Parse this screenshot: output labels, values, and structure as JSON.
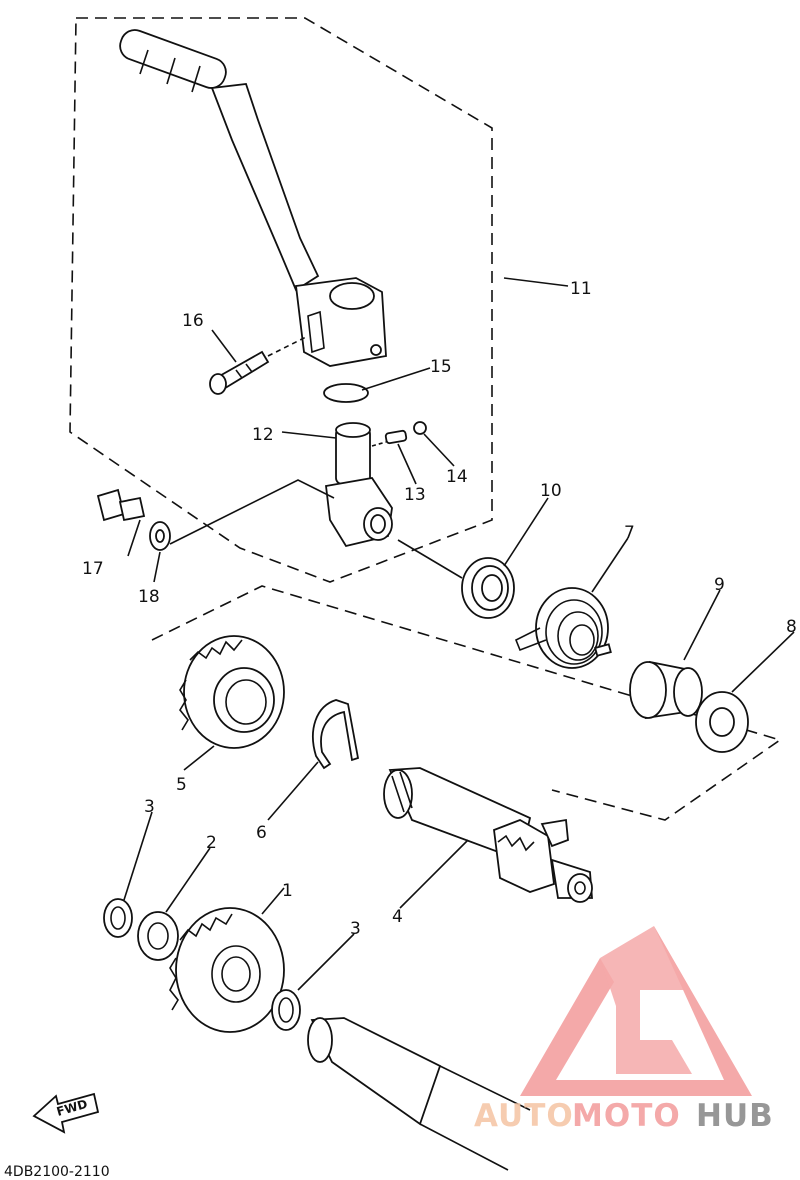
{
  "diagram_code": "4DB2100-2110",
  "fwd_label": "FWD",
  "watermark": {
    "part1": "AUTO",
    "part2": "MOTO",
    "part3": "HUB"
  },
  "callouts": [
    {
      "id": "c1",
      "label": "1"
    },
    {
      "id": "c2",
      "label": "2"
    },
    {
      "id": "c3a",
      "label": "3"
    },
    {
      "id": "c3b",
      "label": "3"
    },
    {
      "id": "c4",
      "label": "4"
    },
    {
      "id": "c5",
      "label": "5"
    },
    {
      "id": "c6",
      "label": "6"
    },
    {
      "id": "c7",
      "label": "7"
    },
    {
      "id": "c8",
      "label": "8"
    },
    {
      "id": "c9",
      "label": "9"
    },
    {
      "id": "c10",
      "label": "10"
    },
    {
      "id": "c11",
      "label": "11"
    },
    {
      "id": "c12",
      "label": "12"
    },
    {
      "id": "c13",
      "label": "13"
    },
    {
      "id": "c14",
      "label": "14"
    },
    {
      "id": "c15",
      "label": "15"
    },
    {
      "id": "c16",
      "label": "16"
    },
    {
      "id": "c17",
      "label": "17"
    },
    {
      "id": "c18",
      "label": "18"
    }
  ]
}
